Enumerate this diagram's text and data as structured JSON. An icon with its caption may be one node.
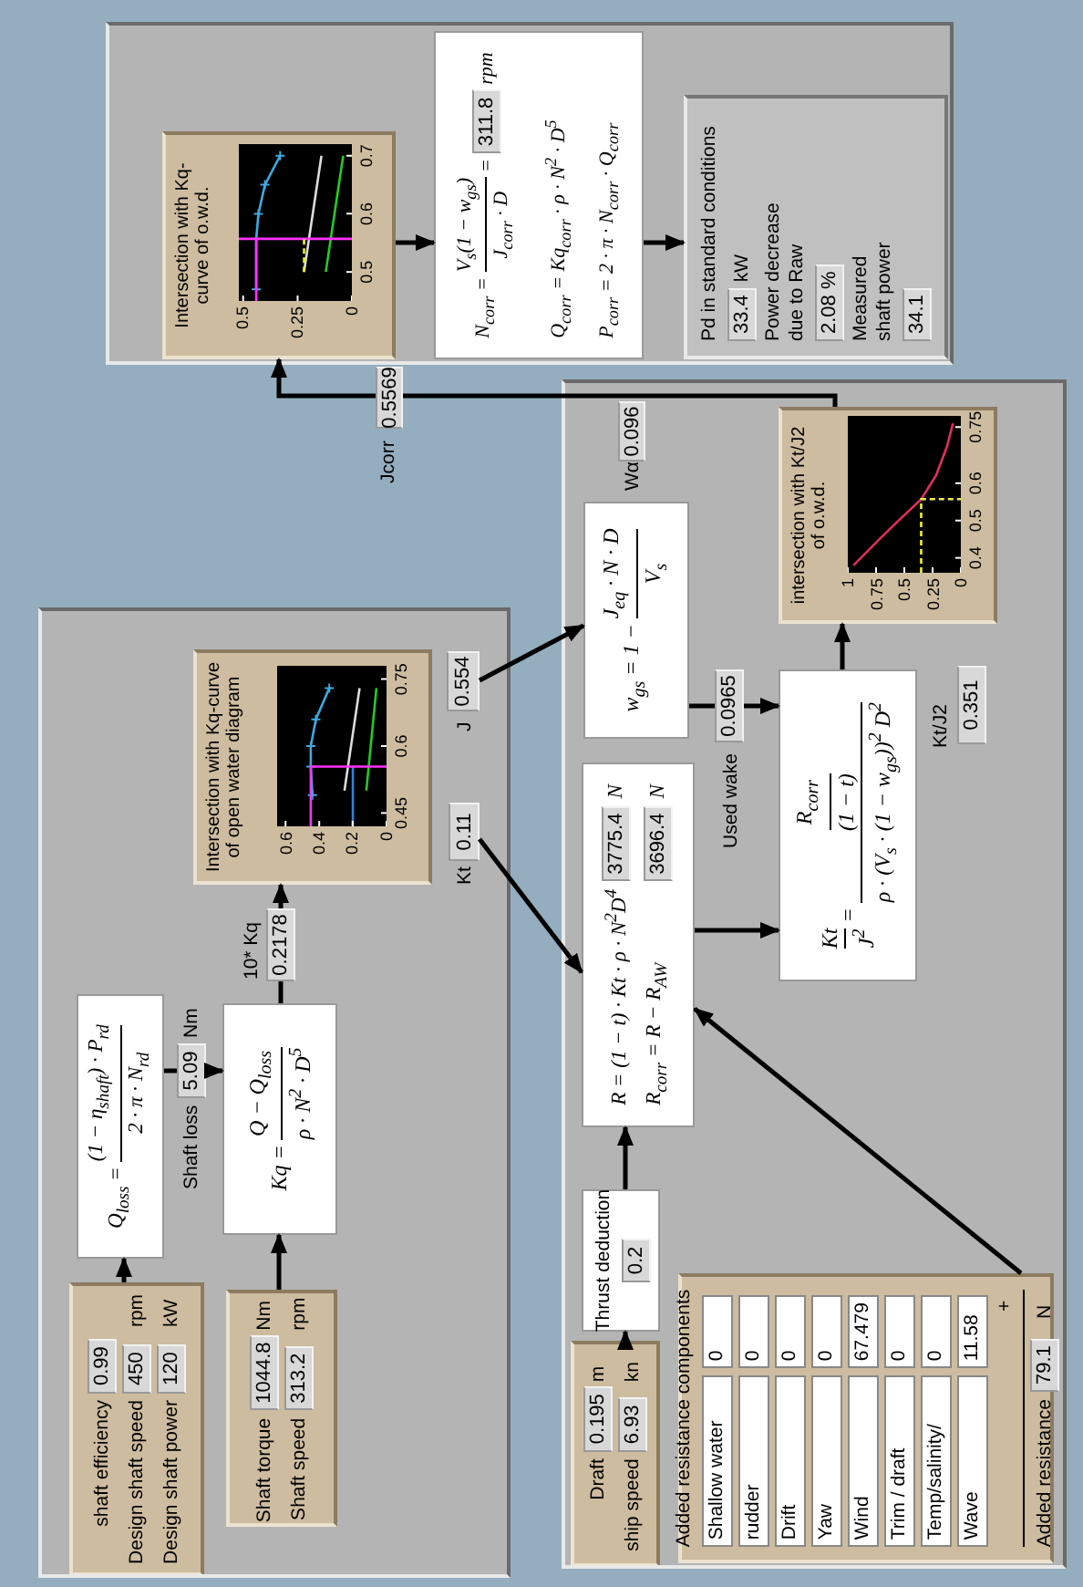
{
  "diagram": {
    "nodes": [
      {
        "text": [],
        "shape": "box"
      },
      {
        "text": [
          "shaft efficiency",
          "0.99",
          "Design shaft speed",
          "450",
          "rpm",
          "Design shaft power",
          "120",
          "kW"
        ],
        "in": 0
      },
      {
        "text": [
          "Shaft torque",
          "1044.8",
          "Nm",
          "Shaft speed",
          "313.2",
          "rpm"
        ],
        "in": 0
      },
      {
        "text": [
          "Q$_{loss}$ =",
          "(1 − η$_{shaft}$) · P$_{rd}$",
          "2 · π · N$_{rd}$"
        ],
        "in": 0
      },
      {
        "text": [
          "Kq =",
          "Q − Q$_{loss}$",
          "ρ · N$^{2}$ · D$^{5}$"
        ],
        "in": 0
      },
      {
        "text": [
          "Intersection with Kq-curve of open water diagram",
          "0.6",
          "0.4",
          "0.2",
          "0",
          "0.45",
          "0.6",
          "0.75"
        ],
        "in": 0
      },
      {
        "text": [
          "0.11"
        ],
        "beside": [
          "Kt"
        ],
        "in": 0
      },
      {
        "text": [
          "0.554"
        ],
        "beside": [
          "J"
        ],
        "in": 0
      },
      {
        "text": [],
        "shape": "box"
      },
      {
        "text": [
          "Intersection with Kq-curve of o.w.d.",
          "0.5",
          "0.25",
          "0",
          "0.5",
          "0.6",
          "0.7"
        ],
        "in": 8
      },
      {
        "text": [
          "N$_{corr}$ =",
          "V$_{s}$(1 − w$_{gs}$)",
          "J$_{corr}$ · D",
          "=",
          "311.8",
          "rpm",
          "Q$_{corr}$ = Kq$_{corr}$ · ρ · N$^{2}$ · D$^{5}$",
          "P$_{corr}$ = 2 · π · N$_{corr}$ · Q$_{corr}$"
        ],
        "in": 8
      },
      {
        "text": [
          "Pd in standard conditions",
          "33.4",
          "kW",
          "Power decrease due to Raw",
          "2.08 %",
          "Measured shaft power",
          "34.1"
        ],
        "in": 8
      },
      {
        "text": [],
        "shape": "box"
      },
      {
        "text": [
          "Draft",
          "0.195",
          "m",
          "ship speed",
          "6.93",
          "kn"
        ],
        "in": 12
      },
      {
        "text": [
          "Thrust deduction",
          "0.2"
        ],
        "in": 12
      },
      {
        "text": [
          "Added resistance components",
          "Shallow water",
          "0",
          "rudder",
          "0",
          "Drift",
          "0",
          "Yaw",
          "0",
          "Wind",
          "67.479",
          "Trim / draft",
          "0",
          "Temp/salinity/",
          "0",
          "Wave",
          "11.58",
          "+",
          "Added resistance",
          "79.1",
          "N"
        ],
        "in": 12
      },
      {
        "text": [
          "R = (1 − t) · Kt · ρ · N$^{2}$D$^{4}$",
          "3775.4",
          "N",
          "R$_{corr}$ = R − R$_{AW}$",
          "3696.4",
          "N"
        ],
        "in": 12
      },
      {
        "text": [
          "Kt",
          "J$^{2}$",
          "=",
          "R$_{corr}$",
          "(1 − t)",
          "ρ · (V$_{s}$ · (1 − w$_{gs}$))$^{2}$ D$^{2}$"
        ],
        "in": 12
      },
      {
        "text": [
          "w$_{gs}$ = 1 −",
          "J$_{eq}$ · N · D",
          "V$_{s}$"
        ],
        "in": 12
      },
      {
        "text": [
          "intersection with Kt/J2 of o.w.d.",
          "1",
          "0.75",
          "0.5",
          "0.25",
          "0",
          "0.4",
          "0.5",
          "0.6",
          "0.75"
        ],
        "in": 12
      },
      {
        "text": [
          "0.096"
        ],
        "beside": [
          "Wα"
        ],
        "in": 12
      },
      {
        "text": [
          "0.351"
        ],
        "beside": [
          "Kt/J2"
        ],
        "in": 12
      },
      {
        "text": [
          "5.09"
        ],
        "beside": [
          "Shaft loss",
          "Nm"
        ],
        "in": 0
      },
      {
        "text": [
          "0.2178"
        ],
        "beside": [
          "10* Kq"
        ],
        "in": 0
      },
      {
        "text": [
          "0.5569"
        ],
        "beside": [
          "Jcorr"
        ]
      },
      {
        "text": [
          "0.0965"
        ],
        "beside": [
          "Used wake"
        ],
        "in": 12
      }
    ],
    "edges": [
      {
        "from": 1,
        "to": 3,
        "arrow": "to"
      },
      {
        "from": 2,
        "to": 4,
        "arrow": "to"
      },
      {
        "from": 3,
        "to": 22,
        "arrow": "none"
      },
      {
        "from": 22,
        "to": 4,
        "arrow": "to"
      },
      {
        "from": 4,
        "to": 23,
        "arrow": "none"
      },
      {
        "from": 23,
        "to": 5,
        "arrow": "to"
      },
      {
        "from": 7,
        "to": 18,
        "arrow": "to"
      },
      {
        "from": 6,
        "to": 16,
        "arrow": "to"
      },
      {
        "from": 9,
        "to": 10,
        "arrow": "to"
      },
      {
        "from": 10,
        "to": 11,
        "arrow": "to"
      },
      {
        "from": 19,
        "to": 24,
        "arrow": "none"
      },
      {
        "from": 24,
        "to": 9,
        "arrow": "to"
      },
      {
        "from": 18,
        "to": 25,
        "arrow": "none"
      },
      {
        "from": 25,
        "to": 17,
        "arrow": "to"
      },
      {
        "from": 16,
        "to": 17,
        "arrow": "to"
      },
      {
        "from": 17,
        "to": 19,
        "arrow": "to"
      },
      {
        "from": 13,
        "to": 14,
        "arrow": "to"
      },
      {
        "from": 14,
        "to": 16,
        "arrow": "to"
      },
      {
        "from": 15,
        "to": 16,
        "arrow": "to"
      }
    ]
  }
}
